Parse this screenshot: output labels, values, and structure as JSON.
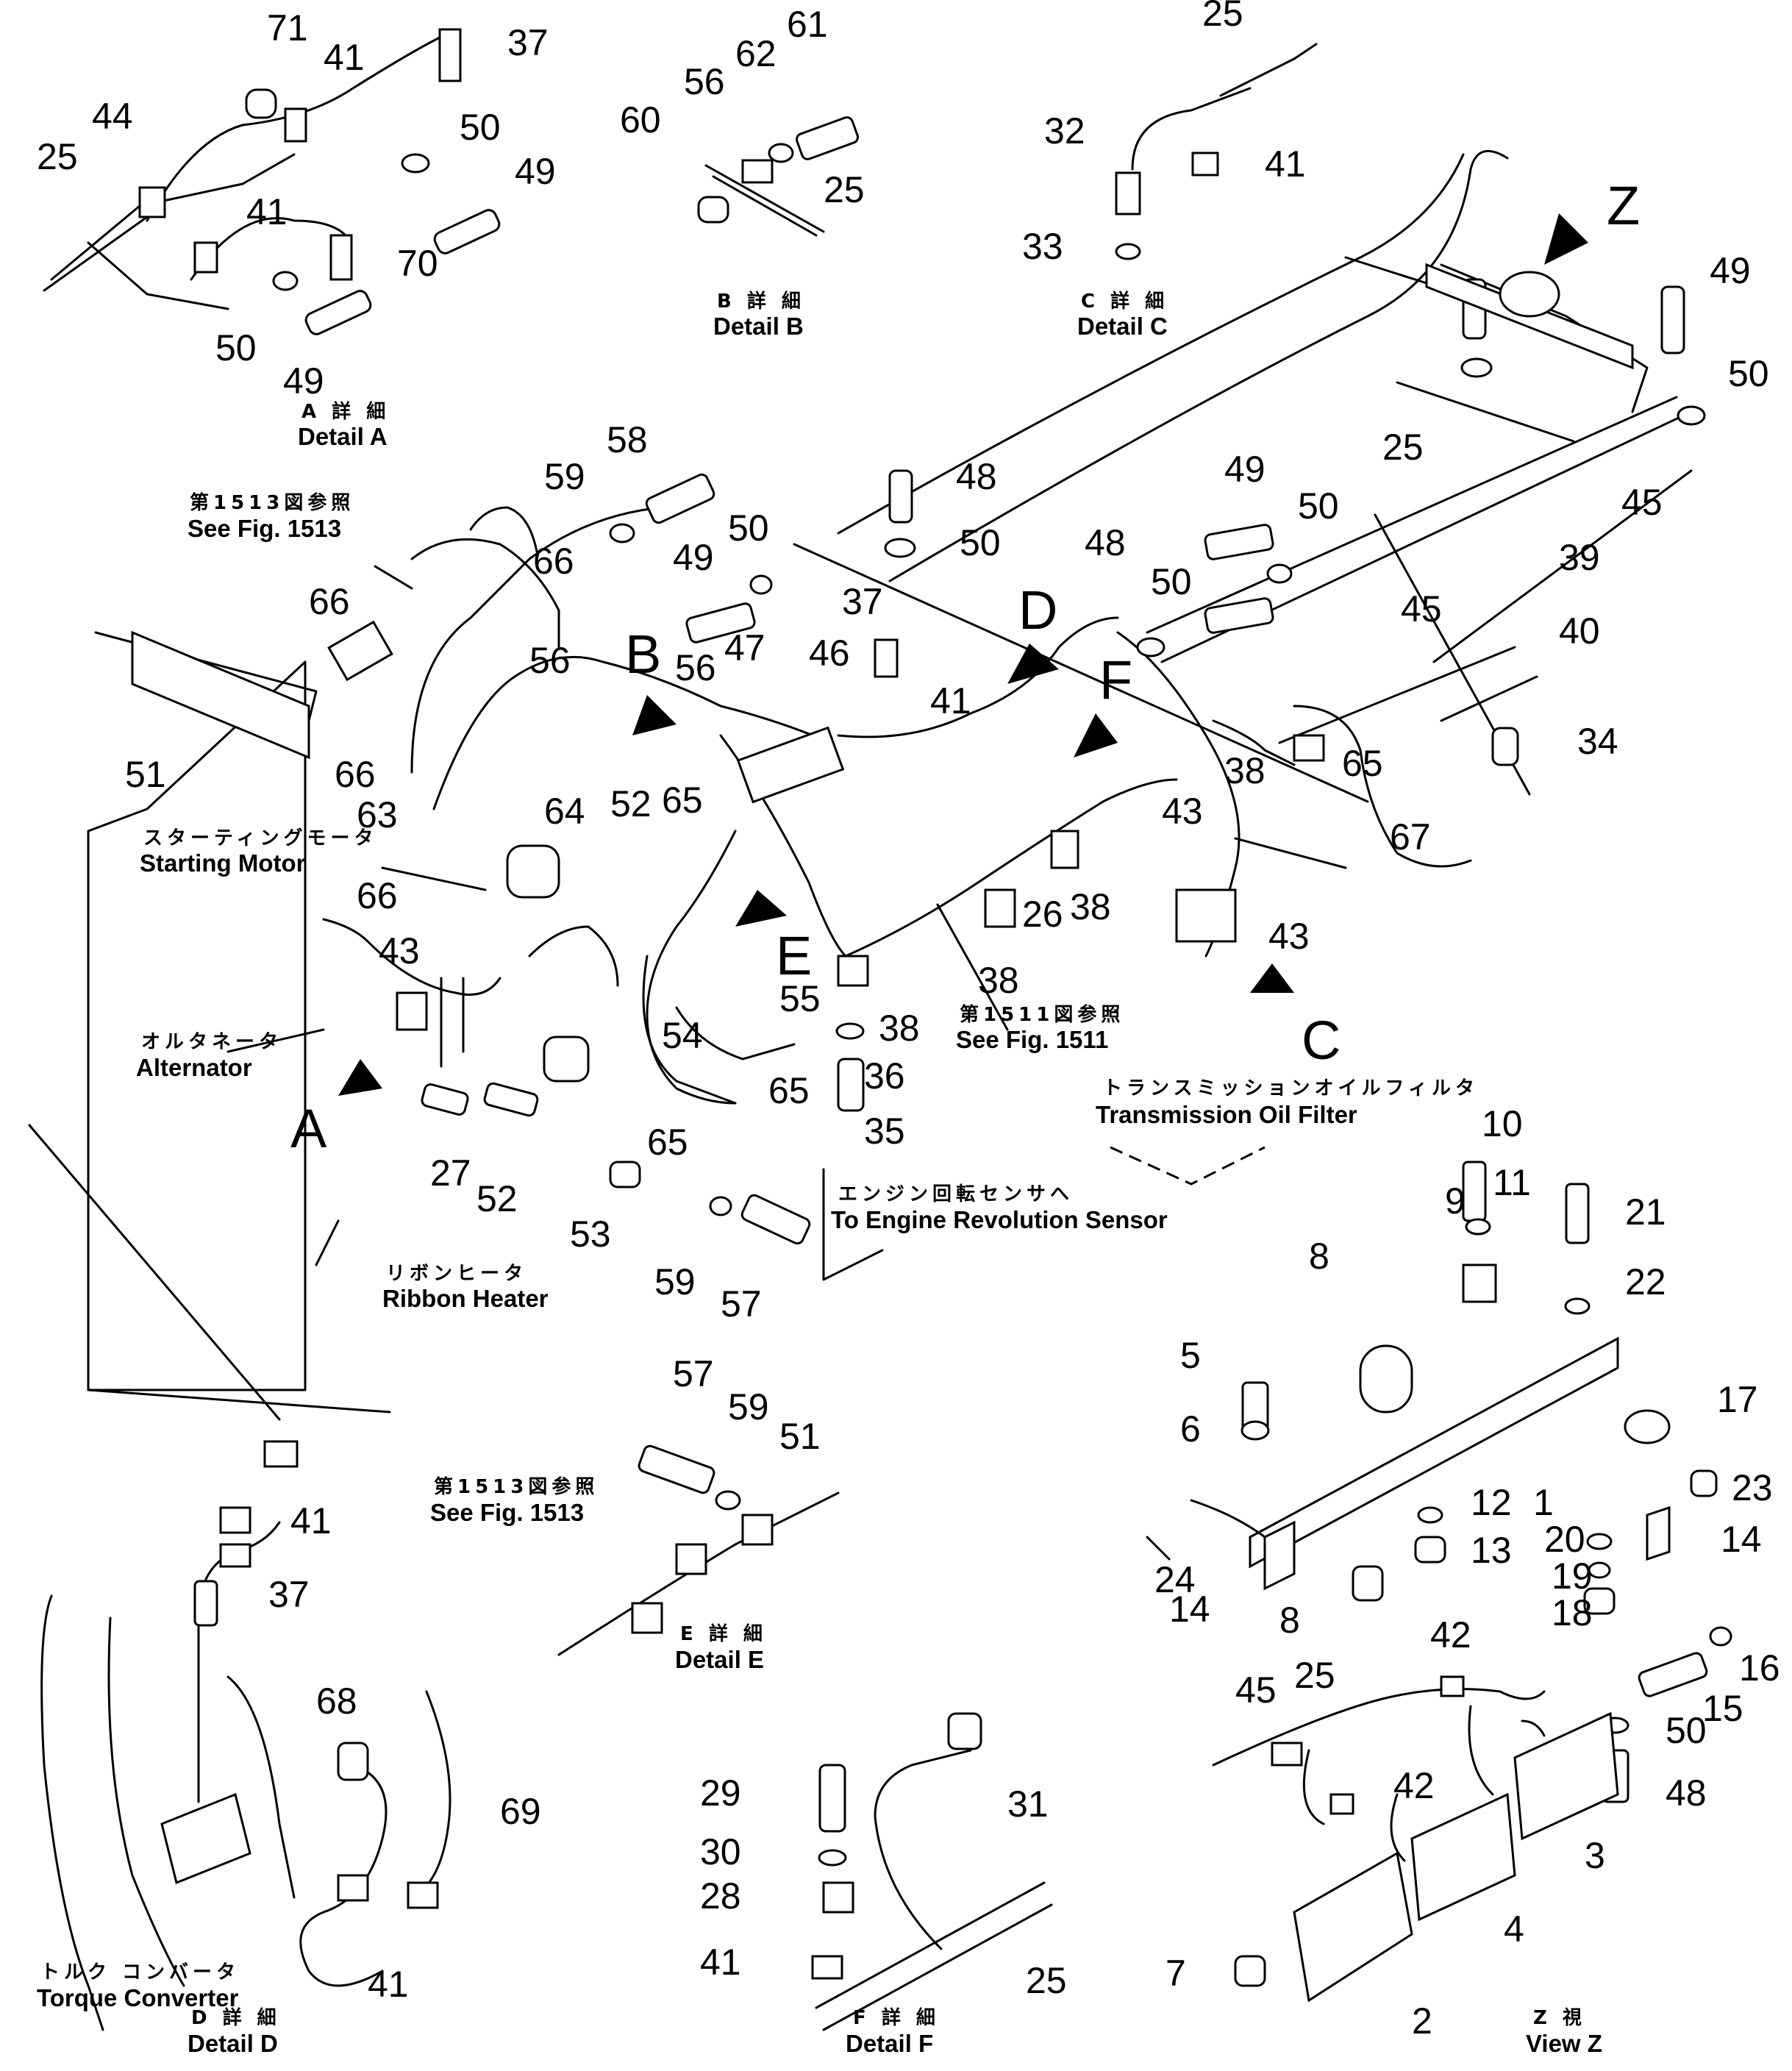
{
  "views": {
    "main": {
      "view_letters": [
        "A",
        "B",
        "C",
        "D",
        "E",
        "F"
      ],
      "zoom_letter": "Z"
    },
    "detail_a": {
      "title_jp": "A 詳 細",
      "title_en": "Detail A"
    },
    "detail_b": {
      "title_jp": "B 詳 細",
      "title_en": "Detail B"
    },
    "detail_c": {
      "title_jp": "C 詳 細",
      "title_en": "Detail C"
    },
    "detail_d": {
      "title_jp": "D 詳 細",
      "title_en": "Detail D"
    },
    "detail_e": {
      "title_jp": "E 詳 細",
      "title_en": "Detail E"
    },
    "detail_f": {
      "title_jp": "F 詳 細",
      "title_en": "Detail F"
    },
    "view_z": {
      "title_jp": "Z 視",
      "title_en": "View Z"
    }
  },
  "notes": {
    "see_1513_top": {
      "jp": "第1513図参照",
      "en": "See Fig. 1513"
    },
    "see_1513_detail_e": {
      "jp": "第1513図参照",
      "en": "See Fig. 1513"
    },
    "see_1511": {
      "jp": "第1511図参照",
      "en": "See Fig. 1511"
    },
    "starting_motor": {
      "jp": "スターティングモータ",
      "en": "Starting Motor"
    },
    "alternator": {
      "jp": "オルタネータ",
      "en": "Alternator"
    },
    "ribbon_heater": {
      "jp": "リボンヒータ",
      "en": "Ribbon Heater"
    },
    "transmission_oil_filter": {
      "jp": "トランスミッションオイルフィルタ",
      "en": "Transmission Oil Filter"
    },
    "engine_revolution_sensor": {
      "jp": "エンジン回転センサへ",
      "en": "To Engine Revolution Sensor"
    },
    "torque_converter": {
      "jp": "トルク コンバータ",
      "en": "Torque Converter"
    }
  },
  "callouts": {
    "detail_a": [
      "71",
      "41",
      "37",
      "44",
      "25",
      "50",
      "49",
      "41",
      "70",
      "50",
      "49"
    ],
    "detail_b": [
      "61",
      "62",
      "56",
      "60",
      "25"
    ],
    "detail_c": [
      "25",
      "32",
      "41",
      "33"
    ],
    "main": [
      "49",
      "50",
      "25",
      "45",
      "59",
      "58",
      "48",
      "50",
      "49",
      "50",
      "39",
      "40",
      "34",
      "66",
      "49",
      "50",
      "48",
      "50",
      "45",
      "37",
      "41",
      "65",
      "67",
      "66",
      "56",
      "56",
      "47",
      "46",
      "51",
      "66",
      "52",
      "64",
      "65",
      "38",
      "43",
      "63",
      "26",
      "38",
      "43",
      "66",
      "43",
      "55",
      "38",
      "38",
      "54",
      "36",
      "35",
      "65",
      "65",
      "27",
      "52",
      "53",
      "59",
      "57"
    ],
    "detail_d": [
      "41",
      "37",
      "68",
      "69",
      "41"
    ],
    "detail_e": [
      "57",
      "59",
      "51"
    ],
    "detail_f": [
      "29",
      "31",
      "30",
      "28",
      "41",
      "25"
    ],
    "view_z": [
      "10",
      "11",
      "9",
      "21",
      "22",
      "8",
      "5",
      "6",
      "17",
      "12",
      "1",
      "23",
      "13",
      "20",
      "14",
      "24",
      "14",
      "8",
      "19",
      "18",
      "42",
      "45",
      "25",
      "16",
      "15",
      "42",
      "50",
      "48",
      "3",
      "4",
      "7",
      "2"
    ]
  }
}
